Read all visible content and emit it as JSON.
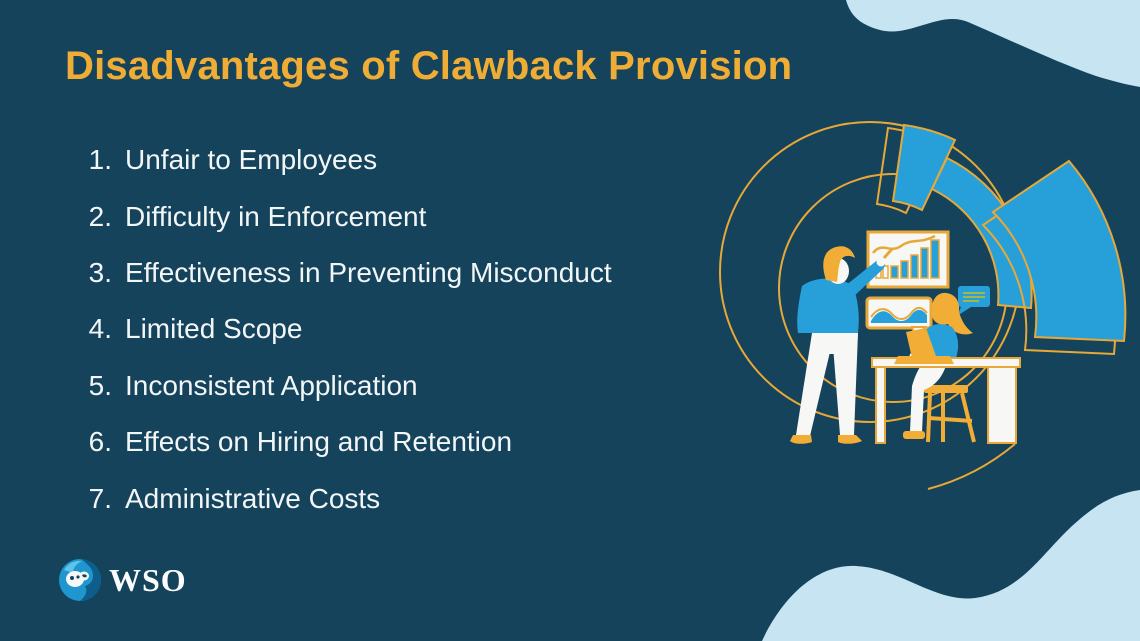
{
  "slide": {
    "title": "Disadvantages of Clawback Provision",
    "list": {
      "items": [
        {
          "number": "1.",
          "label": "Unfair to Employees"
        },
        {
          "number": "2.",
          "label": "Difficulty in Enforcement"
        },
        {
          "number": "3.",
          "label": "Effectiveness in Preventing Misconduct"
        },
        {
          "number": "4.",
          "label": "Limited Scope"
        },
        {
          "number": "5.",
          "label": "Inconsistent Application"
        },
        {
          "number": "6.",
          "label": "Effects on Hiring and Retention"
        },
        {
          "number": "7.",
          "label": "Administrative Costs"
        }
      ]
    },
    "logo": {
      "text": "WSO",
      "icon": "wso-monkey-icon"
    },
    "illustration": {
      "icons": [
        "radial-chart-wedges-icon",
        "line-bar-chart-board-icon",
        "wave-chart-board-icon",
        "speech-bubble-icon",
        "standing-presenter-icon",
        "seated-analyst-laptop-icon",
        "desk-icon",
        "stool-icon"
      ]
    },
    "colors": {
      "background": "#14435B",
      "accent_yellow": "#F0AD35",
      "stroke_yellow": "#E8A838",
      "bright_blue": "#27A0DA",
      "light_blue_blob": "#C6E4F2",
      "text": "#F3F6F7"
    }
  }
}
